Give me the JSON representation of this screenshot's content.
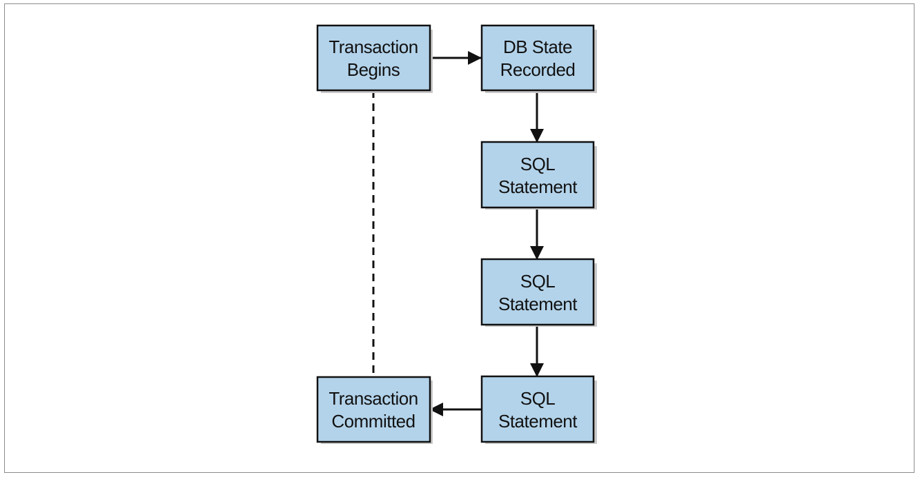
{
  "diagram": {
    "nodes": [
      {
        "id": "tx-begins",
        "lines": [
          "Transaction",
          "Begins"
        ]
      },
      {
        "id": "db-state",
        "lines": [
          "DB State",
          "Recorded"
        ]
      },
      {
        "id": "sql-1",
        "lines": [
          "SQL",
          "Statement"
        ]
      },
      {
        "id": "sql-2",
        "lines": [
          "SQL",
          "Statement"
        ]
      },
      {
        "id": "sql-3",
        "lines": [
          "SQL",
          "Statement"
        ]
      },
      {
        "id": "tx-committed",
        "lines": [
          "Transaction",
          "Committed"
        ]
      }
    ],
    "edges": [
      {
        "from": "tx-begins",
        "to": "db-state",
        "style": "solid-arrow"
      },
      {
        "from": "db-state",
        "to": "sql-1",
        "style": "solid-arrow"
      },
      {
        "from": "sql-1",
        "to": "sql-2",
        "style": "solid-arrow"
      },
      {
        "from": "sql-2",
        "to": "sql-3",
        "style": "solid-arrow"
      },
      {
        "from": "sql-3",
        "to": "tx-committed",
        "style": "solid-arrow"
      },
      {
        "from": "tx-begins",
        "to": "tx-committed",
        "style": "dashed-line"
      }
    ],
    "colors": {
      "box_fill": "#b3d3ea",
      "box_stroke": "#111111",
      "shadow": "#c9c9c9",
      "arrow": "#111111"
    }
  }
}
